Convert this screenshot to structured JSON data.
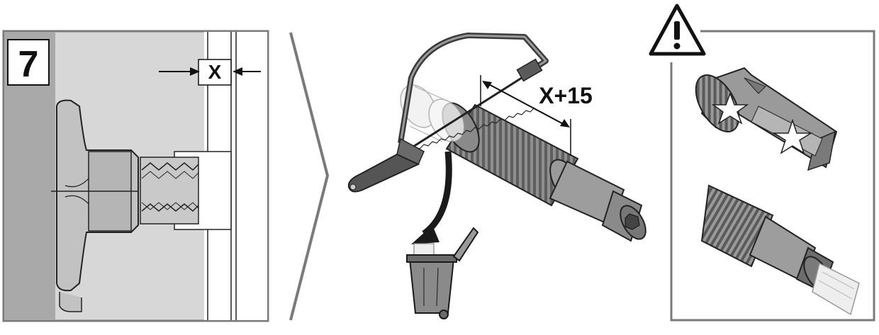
{
  "step": {
    "number": "7"
  },
  "panel1": {
    "gap_label": "X"
  },
  "panel2": {
    "cut_label": "X+15"
  },
  "colors": {
    "frame": "#7a7a7a",
    "panel_bg": "#d7d7d7",
    "dark_strip": "#a9a9a9",
    "part_fill": "#bdbdbd",
    "part_dark": "#8a8a8a",
    "ink": "#1a1a1a"
  },
  "icons": {
    "warning": "warning-triangle-icon",
    "trash": "trash-bin-icon",
    "saw": "hacksaw-icon",
    "star": "star-damage-icon"
  }
}
